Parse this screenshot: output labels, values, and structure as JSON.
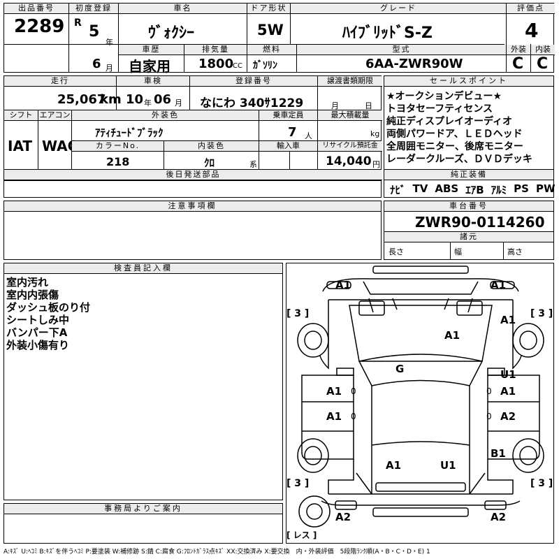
{
  "header": {
    "lot_label": "出品番号",
    "lot_no": "2289",
    "first_reg_label": "初度登録",
    "era": "R",
    "year": "5",
    "year_unit": "年",
    "month": "6",
    "month_unit": "月",
    "car_name_label": "車名",
    "car_name": "ｳﾞｫｸｼｰ",
    "door_label": "ドア形状",
    "door": "5W",
    "grade_label": "グレード",
    "grade": "ﾊｲﾌﾞﾘｯﾄﾞS-Z",
    "score_label": "評価点",
    "score": "4",
    "history_label": "車歴",
    "history": "自家用",
    "displacement_label": "排気量",
    "displacement": "1800",
    "cc": "CC",
    "fuel_label": "燃料",
    "fuel": "ｶﾞｿﾘﾝ",
    "model_label": "型式",
    "model": "6AA-ZWR90W",
    "ext_label": "外装",
    "ext": "C",
    "int_label": "内装",
    "int": "C"
  },
  "row2": {
    "mileage_label": "走行",
    "mileage": "25,067",
    "km": "km",
    "inspection_label": "車検",
    "insp_year": "10",
    "nen": "年",
    "insp_month": "06",
    "tsuki": "月",
    "plate_label": "登録番号",
    "plate": "なにわ 340ｻ1229",
    "transfer_label": "譲渡書類期限",
    "transfer_month": "月",
    "transfer_day": "日",
    "shift_label": "シフト",
    "shift": "IAT",
    "ac_label": "エアコン",
    "ac": "WAC",
    "color_label": "外装色",
    "color": "ｱﾃｨﾁｭｰﾄﾞﾌﾞﾗｯｸ",
    "capacity_label": "乗車定員",
    "capacity": "7",
    "nin": "人",
    "load_label": "最大積載量",
    "kg": "kg",
    "color_no_label": "カラーNo.",
    "color_no": "218",
    "interior_color_label": "内装色",
    "interior_color": "ｸﾛ",
    "kei": "系",
    "import_label": "輸入車",
    "recycle_label": "リサイクル預託金",
    "recycle": "14,040",
    "yen": "円",
    "later_parts_label": "後日発送部品"
  },
  "sales_points": {
    "label": "セールスポイント",
    "items": [
      "★オークションデビュー★",
      "トヨタセーフティセンス",
      "純正ディスプレイオーディオ",
      "両側パワードア、ＬＥＤヘッド",
      "全周囲モニター、後席モニター",
      "レーダークルーズ、ＤＶＤデッキ"
    ]
  },
  "equipment": {
    "label": "純正装備",
    "items": [
      "ﾅﾋﾞ",
      "TV",
      "ABS",
      "ｴｱB",
      "ｱﾙﾐ",
      "PS",
      "PW"
    ]
  },
  "notes": {
    "label": "注意事項欄"
  },
  "chassis": {
    "label": "車台番号",
    "value": "ZWR90-0114260",
    "spec_label": "諸元",
    "length": "長さ",
    "width": "幅",
    "height": "高さ"
  },
  "inspector": {
    "label": "検査員記入欄",
    "items": [
      "室内汚れ",
      "室内内張傷",
      "ダッシュ板のり付",
      "シートしみ中",
      "バンパー下A",
      "外装小傷有り"
    ]
  },
  "office": {
    "label": "事務局よりご案内"
  },
  "diagram": {
    "marks": {
      "front_left": "A1",
      "front_right": "A1",
      "fender_right": "A1",
      "hood": "A1",
      "roof": "G",
      "door_fl": "A1",
      "door_fr_u": "U1",
      "door_fr": "A1",
      "door_rl": "A1",
      "door_rr": "A2",
      "quarter_r": "B1",
      "tail_l": "A1",
      "tail_r": "U1",
      "rear_left": "A2",
      "rear_right": "A2"
    },
    "zeros": [
      "0",
      "0",
      "0",
      "0"
    ],
    "tires": {
      "fl": "[ 3 ]",
      "fr": "[ 3 ]",
      "rl": "[ 3 ]",
      "rr": "[ 3 ]",
      "spare": "[ レス ]"
    }
  },
  "legend": "A:ｷｽﾞ U:ﾍｺﾐ B:ｷｽﾞを伴うﾍｺﾐ P:要塗装 W:補修跡 S:錆 C:腐食 G:ﾌﾛﾝﾄｶﾞﾗｽ点ｷｽﾞ XX:交換済み X:要交換　内・外装評価　5段階ﾗﾝｸ順(A・B・C・D・E) 1"
}
